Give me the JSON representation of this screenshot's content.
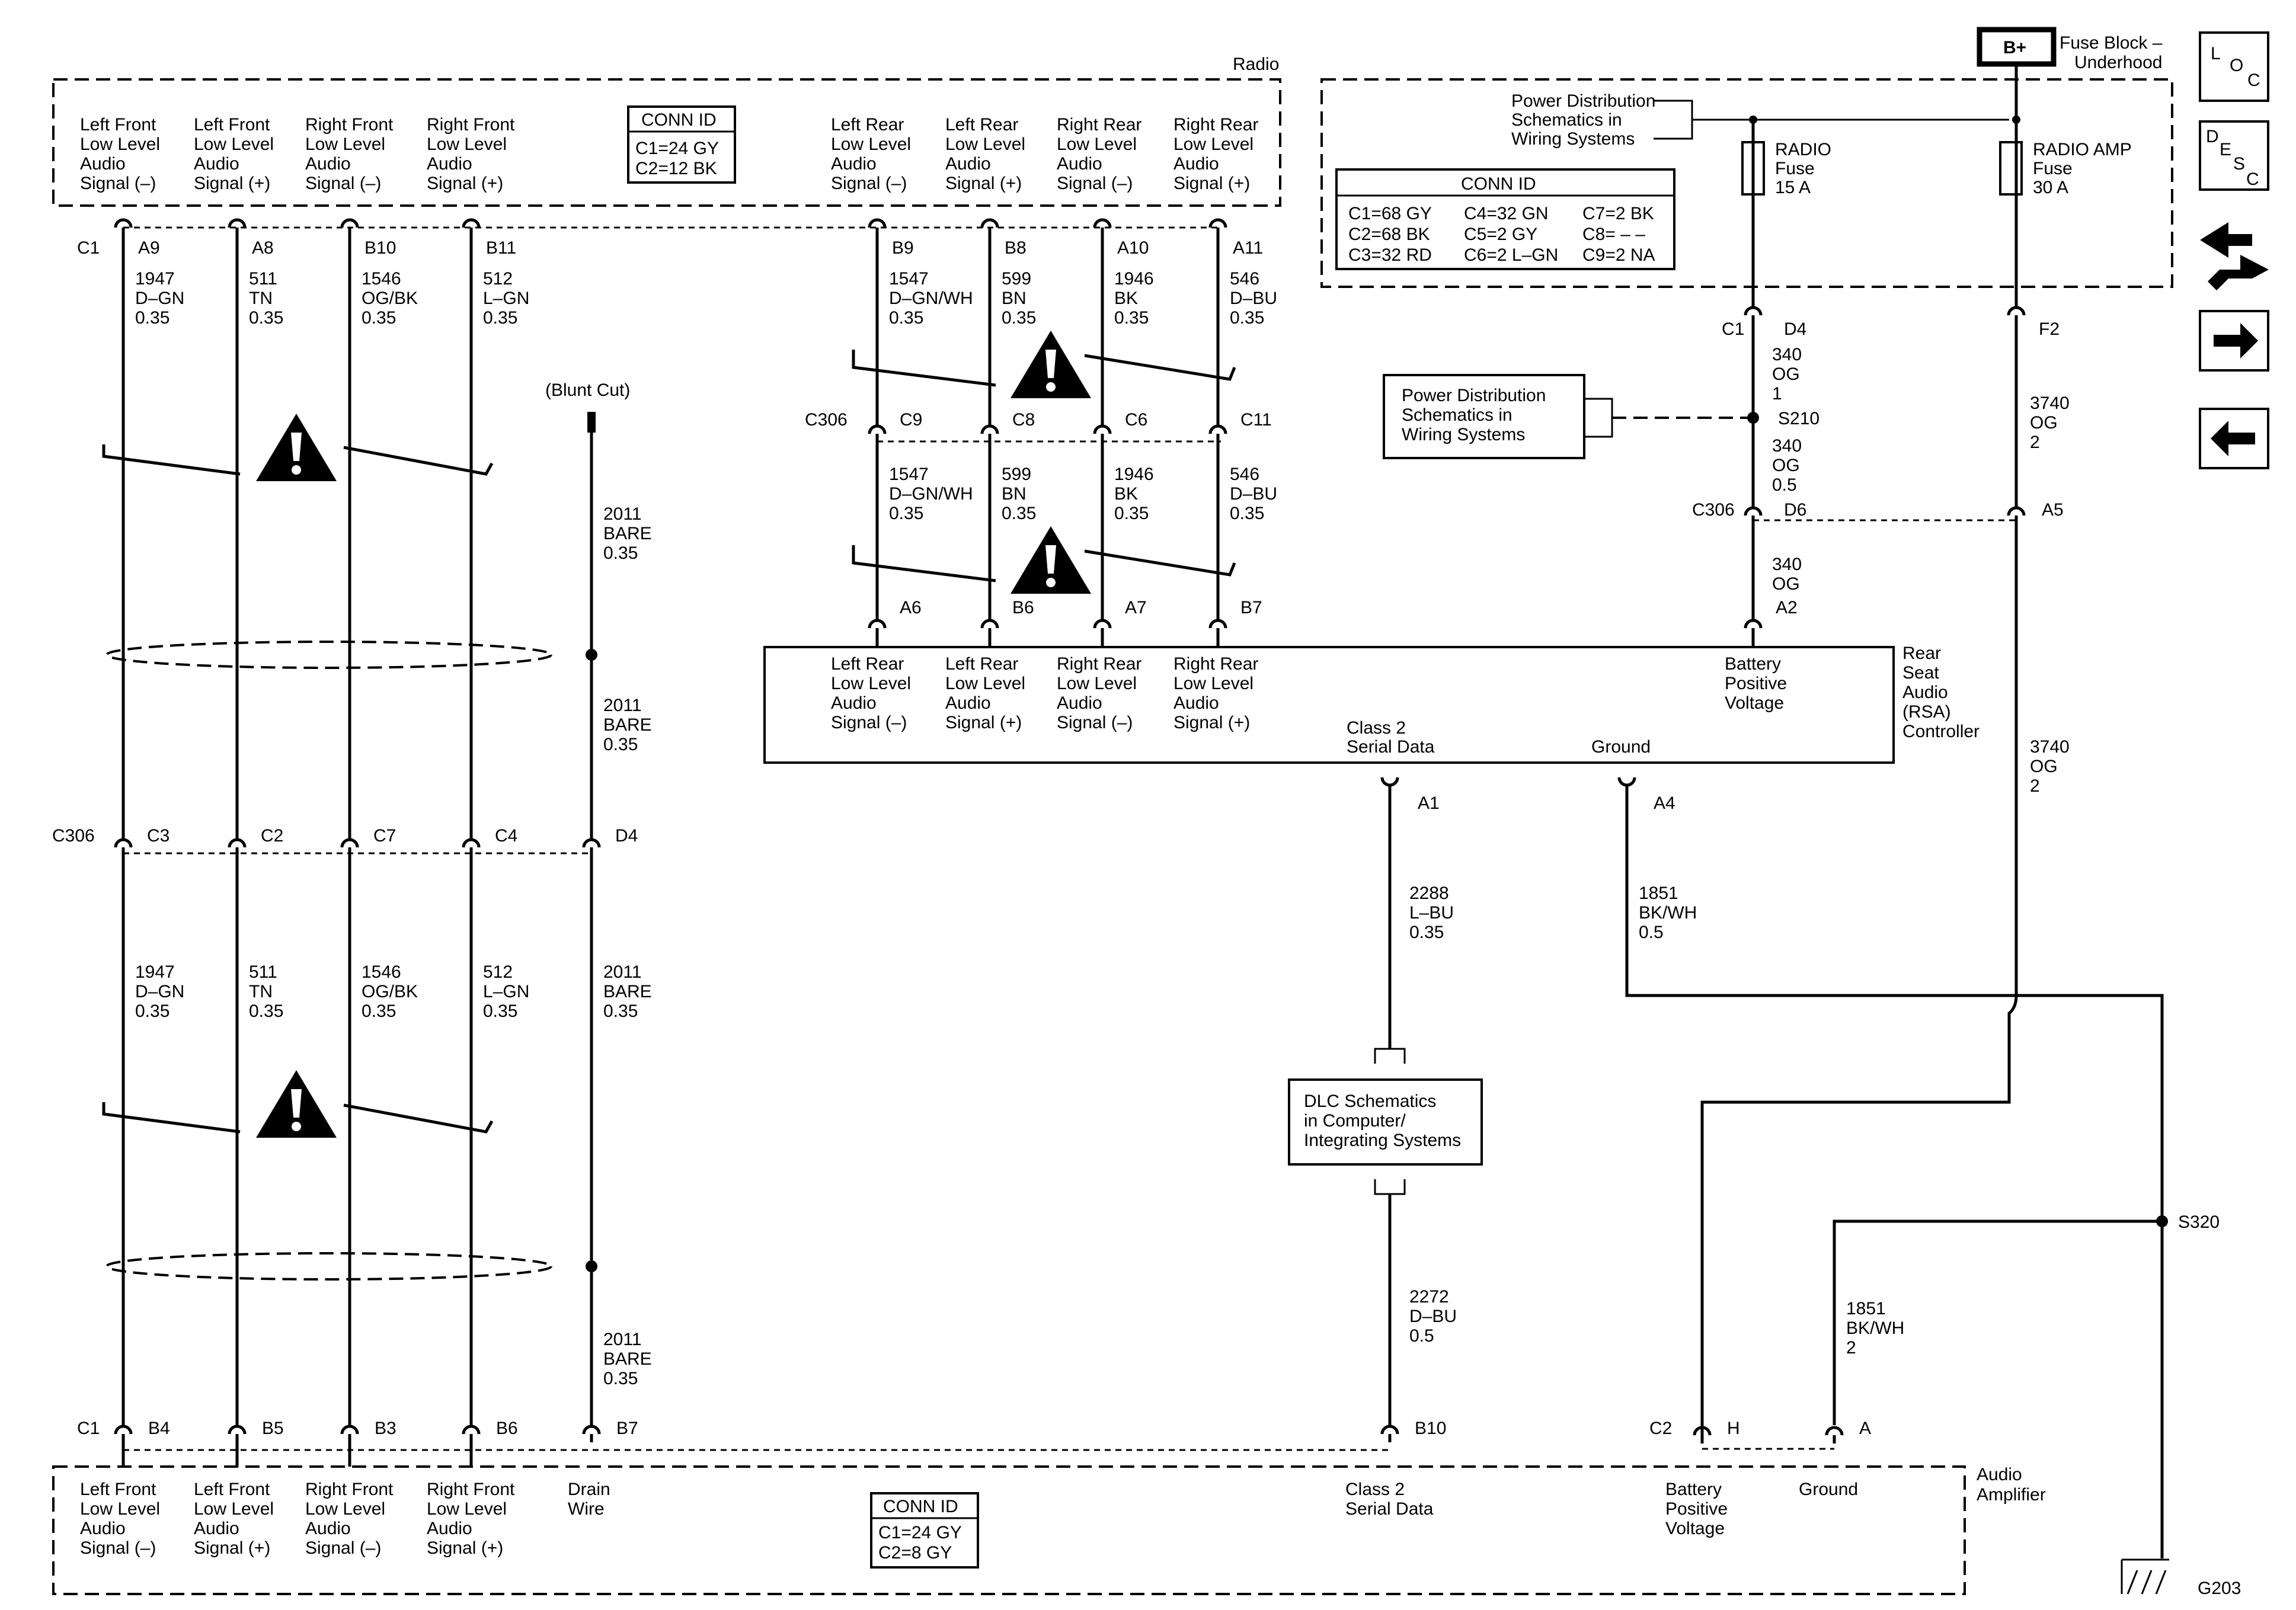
{
  "fuse_block": {
    "badge": "B+",
    "label": [
      "Fuse Block –",
      "Underhood"
    ]
  },
  "radio": {
    "title": "Radio",
    "conn_id": {
      "title": "CONN ID",
      "lines": [
        "C1=24 GY",
        "C2=12 BK"
      ]
    },
    "pins": [
      {
        "label": [
          "Left Front",
          "Low Level",
          "Audio",
          "Signal (–)"
        ],
        "conn": "C1",
        "pin": "A9",
        "circuit": [
          "1947",
          "D–GN",
          "0.35"
        ]
      },
      {
        "label": [
          "Left Front",
          "Low Level",
          "Audio",
          "Signal (+)"
        ],
        "pin": "A8",
        "circuit": [
          "511",
          "TN",
          "0.35"
        ]
      },
      {
        "label": [
          "Right Front",
          "Low Level",
          "Audio",
          "Signal (–)"
        ],
        "pin": "B10",
        "circuit": [
          "1546",
          "OG/BK",
          "0.35"
        ]
      },
      {
        "label": [
          "Right Front",
          "Low Level",
          "Audio",
          "Signal (+)"
        ],
        "pin": "B11",
        "circuit": [
          "512",
          "L–GN",
          "0.35"
        ]
      },
      {
        "label": [
          "Left Rear",
          "Low Level",
          "Audio",
          "Signal (–)"
        ],
        "pin": "B9",
        "circuit": [
          "1547",
          "D–GN/WH",
          "0.35"
        ]
      },
      {
        "label": [
          "Left Rear",
          "Low Level",
          "Audio",
          "Signal (+)"
        ],
        "pin": "B8",
        "circuit": [
          "599",
          "BN",
          "0.35"
        ]
      },
      {
        "label": [
          "Right Rear",
          "Low Level",
          "Audio",
          "Signal (–)"
        ],
        "pin": "A10",
        "circuit": [
          "1946",
          "BK",
          "0.35"
        ]
      },
      {
        "label": [
          "Right Rear",
          "Low Level",
          "Audio",
          "Signal (+)"
        ],
        "pin": "A11",
        "circuit": [
          "546",
          "D–BU",
          "0.35"
        ]
      }
    ]
  },
  "power_dist": {
    "label": [
      "Power Distribution",
      "Schematics in",
      "Wiring Systems"
    ],
    "conn_id": {
      "title": "CONN ID",
      "rows": [
        [
          "C1=68 GY",
          "C4=32 GN",
          "C7=2 BK"
        ],
        [
          "C2=68 BK",
          "C5=2 GY",
          "C8= – –"
        ],
        [
          "C3=32 RD",
          "C6=2 L–GN",
          "C9=2 NA"
        ]
      ]
    },
    "radio_fuse": [
      "RADIO",
      "Fuse",
      "15 A"
    ],
    "amp_fuse": [
      "RADIO AMP",
      "Fuse",
      "30 A"
    ],
    "c1": "C1",
    "d4": "D4",
    "f2": "F2"
  },
  "pd_ref2": [
    "Power Distribution",
    "Schematics in",
    "Wiring Systems"
  ],
  "splice_s210": "S210",
  "circuit_340_a": [
    "340",
    "OG",
    "1"
  ],
  "circuit_340_b": [
    "340",
    "OG",
    "0.5"
  ],
  "circuit_340_c": [
    "340",
    "OG"
  ],
  "circuit_3740_a": [
    "3740",
    "OG",
    "2"
  ],
  "circuit_3740_b": [
    "3740",
    "OG",
    "2"
  ],
  "c306_upper": {
    "conn": "C306",
    "pins": [
      "C9",
      "C8",
      "C6",
      "C11"
    ],
    "d6": "D6",
    "a5": "A5"
  },
  "lower_rear_circuits": [
    [
      "1547",
      "D–GN/WH",
      "0.35"
    ],
    [
      "599",
      "BN",
      "0.35"
    ],
    [
      "1946",
      "BK",
      "0.35"
    ],
    [
      "546",
      "D–BU",
      "0.35"
    ]
  ],
  "blunt_cut": "(Blunt Cut)",
  "drain": [
    [
      "2011",
      "BARE",
      "0.35"
    ],
    [
      "2011",
      "BARE",
      "0.35"
    ],
    [
      "2011",
      "BARE",
      "0.35"
    ],
    [
      "2011",
      "BARE",
      "0.35"
    ]
  ],
  "rsa": {
    "title": [
      "Rear",
      "Seat",
      "Audio",
      "(RSA)",
      "Controller"
    ],
    "pin_labels": [
      [
        "Left Rear",
        "Low Level",
        "Audio",
        "Signal (–)"
      ],
      [
        "Left Rear",
        "Low Level",
        "Audio",
        "Signal (+)"
      ],
      [
        "Right Rear",
        "Low Level",
        "Audio",
        "Signal (–)"
      ],
      [
        "Right Rear",
        "Low Level",
        "Audio",
        "Signal (+)"
      ]
    ],
    "pins_top": [
      "A6",
      "B6",
      "A7",
      "B7",
      "A2"
    ],
    "battery": [
      "Battery",
      "Positive",
      "Voltage"
    ],
    "class2": [
      "Class 2",
      "Serial Data"
    ],
    "ground": "Ground",
    "pins_bottom": [
      "A1",
      "A4"
    ]
  },
  "c306_mid": {
    "conn": "C306",
    "pins": [
      "C3",
      "C2",
      "C7",
      "C4",
      "D4"
    ]
  },
  "front_lower_circuits": [
    [
      "1947",
      "D–GN",
      "0.35"
    ],
    [
      "511",
      "TN",
      "0.35"
    ],
    [
      "1546",
      "OG/BK",
      "0.35"
    ],
    [
      "512",
      "L–GN",
      "0.35"
    ]
  ],
  "circuit_2288": [
    "2288",
    "L–BU",
    "0.35"
  ],
  "circuit_1851_a": [
    "1851",
    "BK/WH",
    "0.5"
  ],
  "dlc": [
    "DLC Schematics",
    "in Computer/",
    "Integrating Systems"
  ],
  "circuit_2272": [
    "2272",
    "D–BU",
    "0.5"
  ],
  "circuit_1851_b": [
    "1851",
    "BK/WH",
    "2"
  ],
  "splice_s320": "S320",
  "ground_g203": "G203",
  "amp": {
    "title": [
      "Audio",
      "Amplifier"
    ],
    "conn_id": {
      "title": "CONN ID",
      "lines": [
        "C1=24 GY",
        "C2=8 GY"
      ]
    },
    "c1": "C1",
    "c2": "C2",
    "pins": [
      "B4",
      "B5",
      "B3",
      "B6",
      "B7",
      "B10",
      "H",
      "A"
    ],
    "labels": [
      [
        "Left Front",
        "Low Level",
        "Audio",
        "Signal (–)"
      ],
      [
        "Left Front",
        "Low Level",
        "Audio",
        "Signal (+)"
      ],
      [
        "Right Front",
        "Low Level",
        "Audio",
        "Signal (–)"
      ],
      [
        "Right Front",
        "Low Level",
        "Audio",
        "Signal (+)"
      ],
      [
        "Drain",
        "Wire"
      ],
      [
        "Class 2",
        "Serial Data"
      ],
      [
        "Battery",
        "Positive",
        "Voltage"
      ],
      [
        "Ground"
      ]
    ]
  },
  "nav_icons": [
    "LOC",
    "DESC",
    "harness-icon",
    "next-arrow",
    "prev-arrow"
  ]
}
